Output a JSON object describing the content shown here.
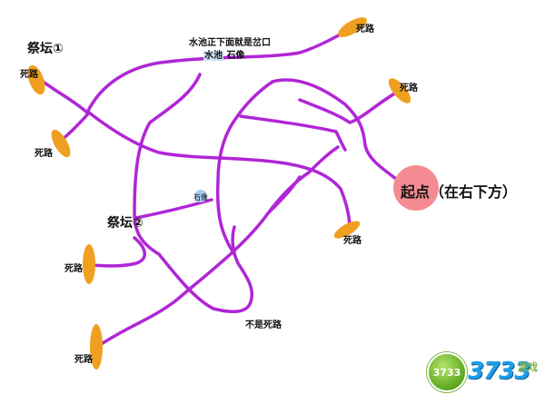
{
  "labels": {
    "top_note": "水池正下面就是岔口",
    "pool": "水池",
    "statue_top": "石像",
    "statue_mid": "石像",
    "altar1": "祭坛①",
    "altar2": "祭坛②",
    "dead_end": "死路",
    "not_dead_end": "不是死路",
    "start": "起点（在右下方）"
  },
  "logo": {
    "badge_text": "3733",
    "main_text": "3733",
    "sub_text": "游戏"
  },
  "colors": {
    "path": "#b026d6",
    "dead_end_marker": "#f0a020",
    "start_circle": "#f48b92",
    "pool_highlight": "#cfe0f5",
    "statue_marker": "#a9cdf0"
  }
}
